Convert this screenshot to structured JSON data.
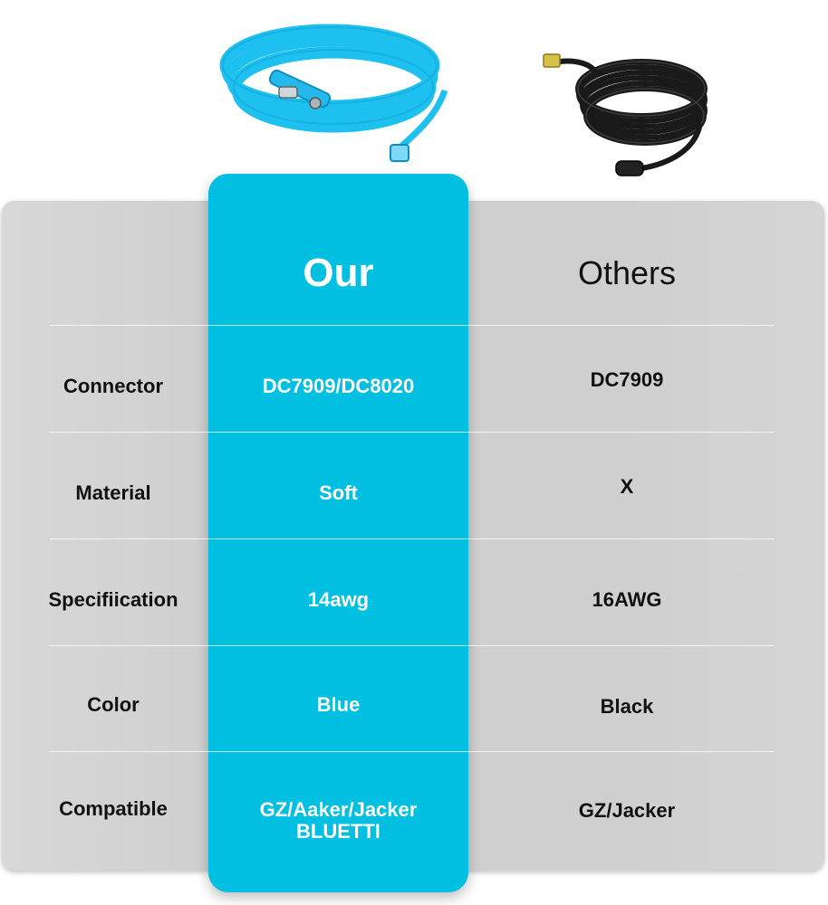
{
  "header": {
    "ours": "Our",
    "others": "Others"
  },
  "rows": [
    {
      "label": "Connector",
      "ours": "DC7909/DC8020",
      "others": "DC7909"
    },
    {
      "label": "Material",
      "ours": "Soft",
      "others": "X"
    },
    {
      "label": "Specifiication",
      "ours": "14awg",
      "others": "16AWG"
    },
    {
      "label": "Color",
      "ours": "Blue",
      "others": "Black"
    },
    {
      "label": "Compatible",
      "ours": "GZ/Aaker/Jacker",
      "ours_line2": "BLUETTI",
      "others": "GZ/Jacker"
    }
  ],
  "colors": {
    "highlight": "#00bfe0",
    "board": "#cfcfcf",
    "cable_ours": "#1ec0f0",
    "cable_others": "#1a1a1a"
  },
  "icons": {
    "product_ours": "blue-coiled-cable-icon",
    "product_others": "black-coiled-cable-icon"
  }
}
